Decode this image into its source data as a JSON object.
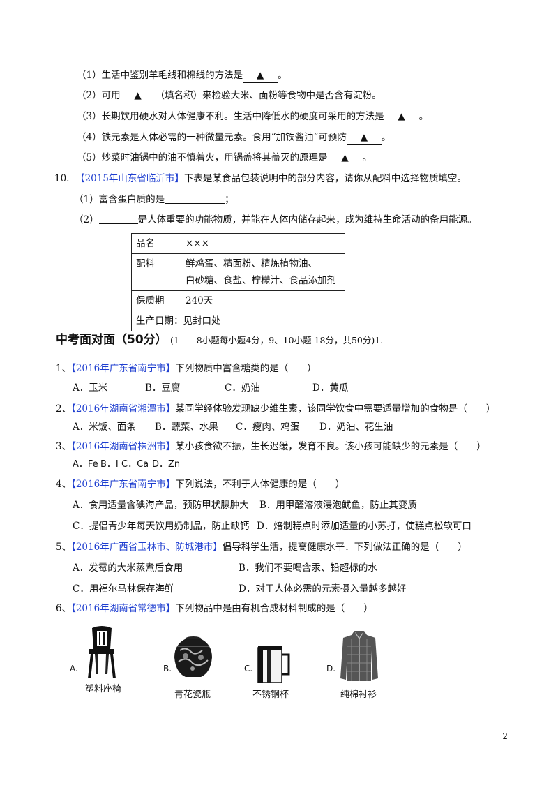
{
  "part1": {
    "items": [
      {
        "text": "（1）生活中鉴别羊毛线和棉线的方法是",
        "blank": "▲",
        "tail": "。"
      },
      {
        "text": "（2）可用",
        "blank": "▲",
        "tail": "（填名称）来检验大米、面粉等食物中是否含有淀粉。"
      },
      {
        "text": "（3）长期饮用硬水对人体健康不利。生活中降低水的硬度可采用的方法是",
        "blank": "▲",
        "tail": "。"
      },
      {
        "text": "（4）铁元素是人体必需的一种微量元素。食用“加铁酱油”可预防",
        "blank": "▲",
        "tail": "。"
      },
      {
        "text": "（5）炒菜时油锅中的油不慎着火，用锅盖将其盖灭的原理是",
        "blank": "▲",
        "tail": "。"
      }
    ]
  },
  "q10": {
    "num": "10.",
    "source": "【2015年山东省临沂市】",
    "stem": "下表是某食品包装说明中的部分内容，请你从配料中选择物质填空。",
    "sub1_pre": "（1）富含蛋白质的是",
    "sub1_post": "；",
    "sub2_pre": "（2）",
    "sub2_post": "是人体重要的功能物质，并能在人体内储存起来，成为维持生命活动的备用能源。",
    "table": {
      "name_label": "品名",
      "name_value": "×××",
      "ingredients_label": "配料",
      "ingredients_line1": "鲜鸡蛋、精面粉、精炼植物油、",
      "ingredients_line2": "白砂糖、食盐、柠檬汁、食品添加剂",
      "shelf_label": "保质期",
      "shelf_value": "240天",
      "date_text": "生产日期：见封口处"
    }
  },
  "section": {
    "title": "中考面对面（50分）",
    "note": "(1——8小题每小题4分，9、10小题 18分，共50分)1."
  },
  "questions": [
    {
      "num": "1、",
      "source": "【2016年广东省南宁市】",
      "stem": "下列物质中富含糖类的是（　　）",
      "options": [
        "A．玉米",
        "B．豆腐",
        "C．奶油",
        "D．黄瓜"
      ]
    },
    {
      "num": "2、",
      "source": "【2016年湖南省湘潭市】",
      "stem": "某同学经体验发现缺少维生素，该同学饮食中需要适量增加的食物是（　　）",
      "options": [
        "A．米饭、面条",
        "B．蔬菜、水果",
        "C．瘦肉、鸡蛋",
        "D．奶油、花生油"
      ]
    },
    {
      "num": "3、",
      "source": "【2016年湖南省株洲市】",
      "stem": "某小孩食欲不振，生长迟缓，发育不良。该小孩可能缺少的元素是（　　）",
      "options": [
        "A．Fe",
        "B．I",
        "C．Ca",
        "D．Zn"
      ]
    },
    {
      "num": "4、",
      "source": "【2016年广东省南宁市】",
      "stem": "下列说法，不利于人体健康的是（　　）",
      "options": [
        "A．食用适量含碘海产品，预防甲状腺肿大",
        "B．用甲醛溶液浸泡鱿鱼，防止其变质",
        "C．提倡青少年每天饮用奶制品，防止缺钙",
        "D．焙制糕点时添加适量的小苏打，使糕点松软可口"
      ]
    },
    {
      "num": "5、",
      "source": "【2016年广西省玉林市、防城港市】",
      "stem": "倡导科学生活，提高健康水平．下列做法正确的是（　　）",
      "options": [
        "A．发霉的大米蒸煮后食用",
        "B．我们不要喝含汞、铅超标的水",
        "C．用福尔马林保存海鲜",
        "D．对于人体必需的元素摄入量越多越好"
      ]
    },
    {
      "num": "6、",
      "source": "【2016年湖南省常德市】",
      "stem": "下列物品中是由有机合成材料制成的是（　　）",
      "options": [
        "A.",
        "B.",
        "C.",
        "D."
      ],
      "captions": [
        "塑料座椅",
        "青花瓷瓶",
        "不锈钢杯",
        "纯棉衬衫"
      ]
    }
  ],
  "page_number": "2"
}
